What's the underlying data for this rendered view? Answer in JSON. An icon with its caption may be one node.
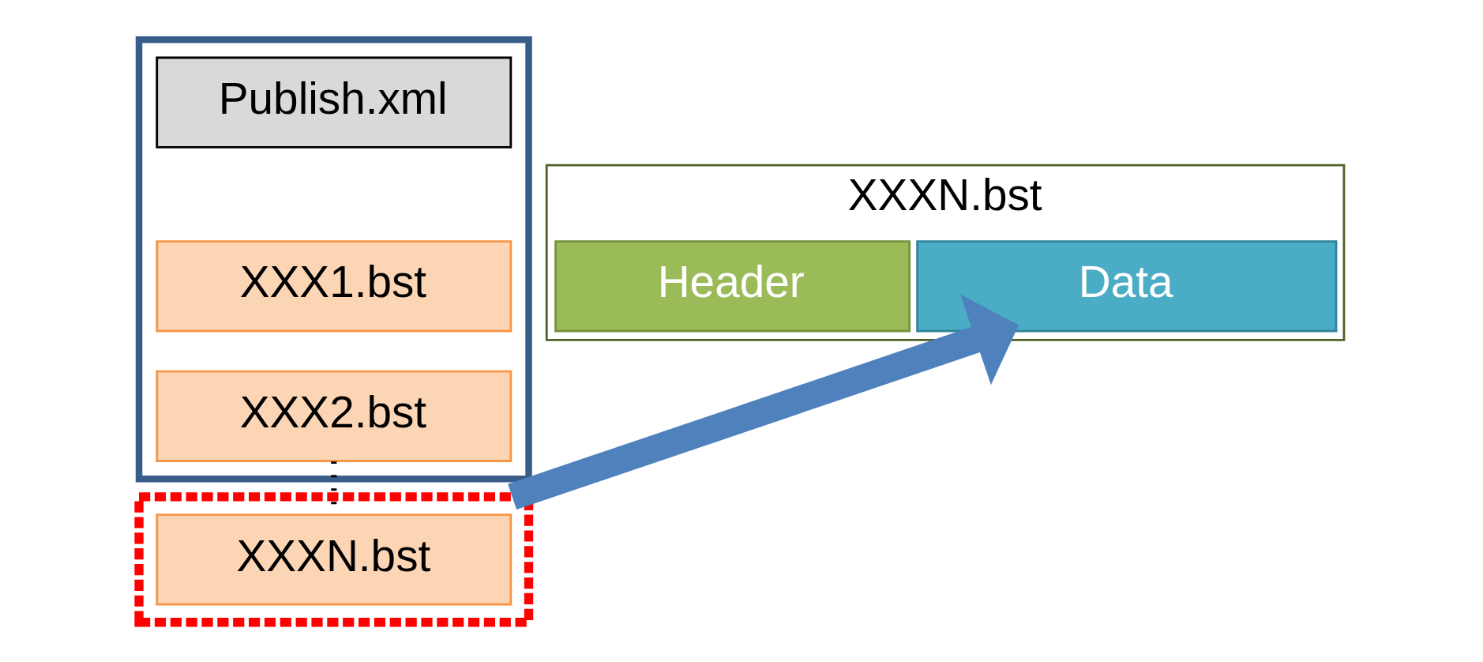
{
  "diagram": {
    "nodes": [
      {
        "text": [],
        "shape": "box"
      },
      {
        "text": [
          "Publish.xml"
        ],
        "in": 0
      },
      {
        "text": [
          "XXX1.bst"
        ],
        "in": 0
      },
      {
        "text": [
          "XXX2.bst"
        ],
        "in": 0
      },
      {
        "text": [],
        "shape": "box"
      },
      {
        "text": [
          "XXXN.bst"
        ],
        "in": 4
      },
      {
        "text": [
          "XXXN.bst"
        ]
      },
      {
        "text": [
          "Header"
        ],
        "in": 6
      },
      {
        "text": [
          "Data"
        ],
        "in": 6
      }
    ],
    "edges": [
      {
        "from": 3,
        "to": 5,
        "arrow": "none",
        "style": "dashed"
      },
      {
        "from": 4,
        "to": 8,
        "arrow": "to",
        "style": "thick",
        "color": "#4f81bd"
      }
    ]
  }
}
